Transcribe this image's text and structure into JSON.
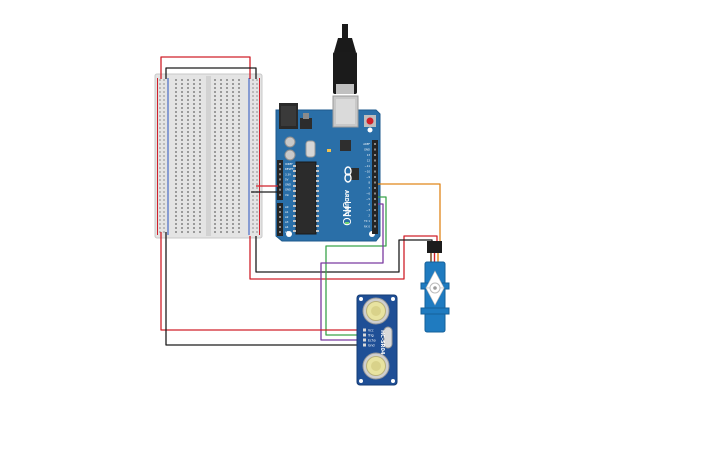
{
  "canvas": {
    "background": "#ffffff"
  },
  "arduino": {
    "brand_label": "ARDUINO",
    "model_label": "UNO",
    "board_color": "#2a6fa8",
    "header_labels": [
      "AREF",
      "GND",
      "13",
      "12",
      "~11",
      "~10",
      "~9",
      "8",
      "7",
      "~6",
      "~5",
      "4",
      "~3",
      "2",
      "TX 1",
      "RX 0"
    ],
    "power_labels": [
      "IOREF",
      "RESET",
      "3.3V",
      "5V",
      "GND",
      "GND",
      "Vin"
    ],
    "analog_labels": [
      "A0",
      "A1",
      "A2",
      "A3",
      "A4",
      "A5"
    ]
  },
  "ultrasonic_sensor": {
    "model_label": "HC-SR04",
    "pin_labels": [
      "Vcc",
      "Trig",
      "Echo",
      "Gnd"
    ],
    "board_color": "#1f4f96"
  },
  "servo": {
    "body_color": "#1f7bc0"
  },
  "wire_colors": {
    "red": "#d0202a",
    "black": "#1c1c1c",
    "orange": "#e0861a",
    "green": "#3aa34a",
    "purple": "#7b3aa0"
  }
}
